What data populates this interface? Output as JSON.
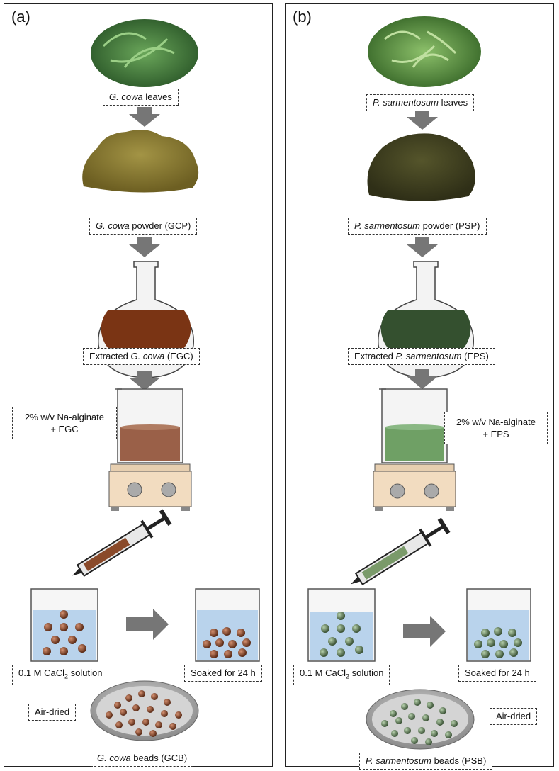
{
  "panels": [
    {
      "id": "a",
      "label": "(a)",
      "leaves": {
        "italic": "G. cowa",
        "rest": " leaves"
      },
      "powder": {
        "italic": "G. cowa",
        "rest": " powder (GCP)"
      },
      "extract": {
        "pre": "Extracted ",
        "italic": "G. cowa",
        "rest": " (EGC)"
      },
      "alginate": {
        "line1": "2% w/v Na-alginate",
        "line2": "+ EGC"
      },
      "cacl2": {
        "pre": "0.1 M CaCl",
        "sub": "2",
        "rest": " solution"
      },
      "soaked": "Soaked for 24 h",
      "airdried": "Air-dried",
      "beads": {
        "italic": "G. cowa",
        "rest": " beads (GCB)"
      },
      "colors": {
        "leaf": "#3f7a3a",
        "powder": "#8a7a2e",
        "liquid": "#7a3414",
        "beaker_liquid": "#9a6048",
        "bead": "#7a3f25"
      }
    },
    {
      "id": "b",
      "label": "(b)",
      "leaves": {
        "italic": "P. sarmentosum",
        "rest": " leaves"
      },
      "powder": {
        "italic": "P. sarmentosum",
        "rest": " powder (PSP)"
      },
      "extract": {
        "pre": "Extracted ",
        "italic": "P. sarmentosum",
        "rest": " (EPS)"
      },
      "alginate": {
        "line1": "2% w/v Na-alginate",
        "line2": "+ EPS"
      },
      "cacl2": {
        "pre": "0.1 M CaCl",
        "sub": "2",
        "rest": " solution"
      },
      "soaked": "Soaked for 24 h",
      "airdried": "Air-dried",
      "beads": {
        "italic": "P. sarmentosum",
        "rest": " beads (PSB)"
      },
      "colors": {
        "leaf": "#4f8a3a",
        "powder": "#3d3d1e",
        "liquid": "#34502f",
        "beaker_liquid": "#6fa065",
        "bead": "#4f6a48"
      }
    }
  ]
}
